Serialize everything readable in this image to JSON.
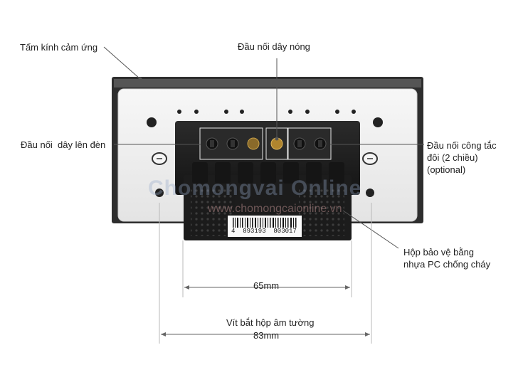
{
  "labels": {
    "glass_panel": "Tấm kính cảm ứng",
    "hot_wire": "Đầu nối dây nóng",
    "lamp_wire": "Đầu nối  dây lên đèn",
    "two_way": [
      "Đầu nối công tắc",
      "đôi (2 chiều)",
      "(optional)"
    ],
    "pc_box": [
      "Hộp bảo vệ bằng",
      "nhựa PC chống cháy"
    ],
    "dim_65": "65mm",
    "wall_screw": "Vít bắt hộp âm tường",
    "dim_83": "83mm"
  },
  "barcode": {
    "digits": "4  893193  803017"
  },
  "watermark": {
    "line1": "Chomongvai Online",
    "line2": "www.chomongcaionline.vn"
  },
  "colors": {
    "frame": "#3a3a3a",
    "plate": "#f1f1f1",
    "box": "#1e1e1e",
    "guide": "#b9b9b9",
    "leader": "#555555"
  }
}
